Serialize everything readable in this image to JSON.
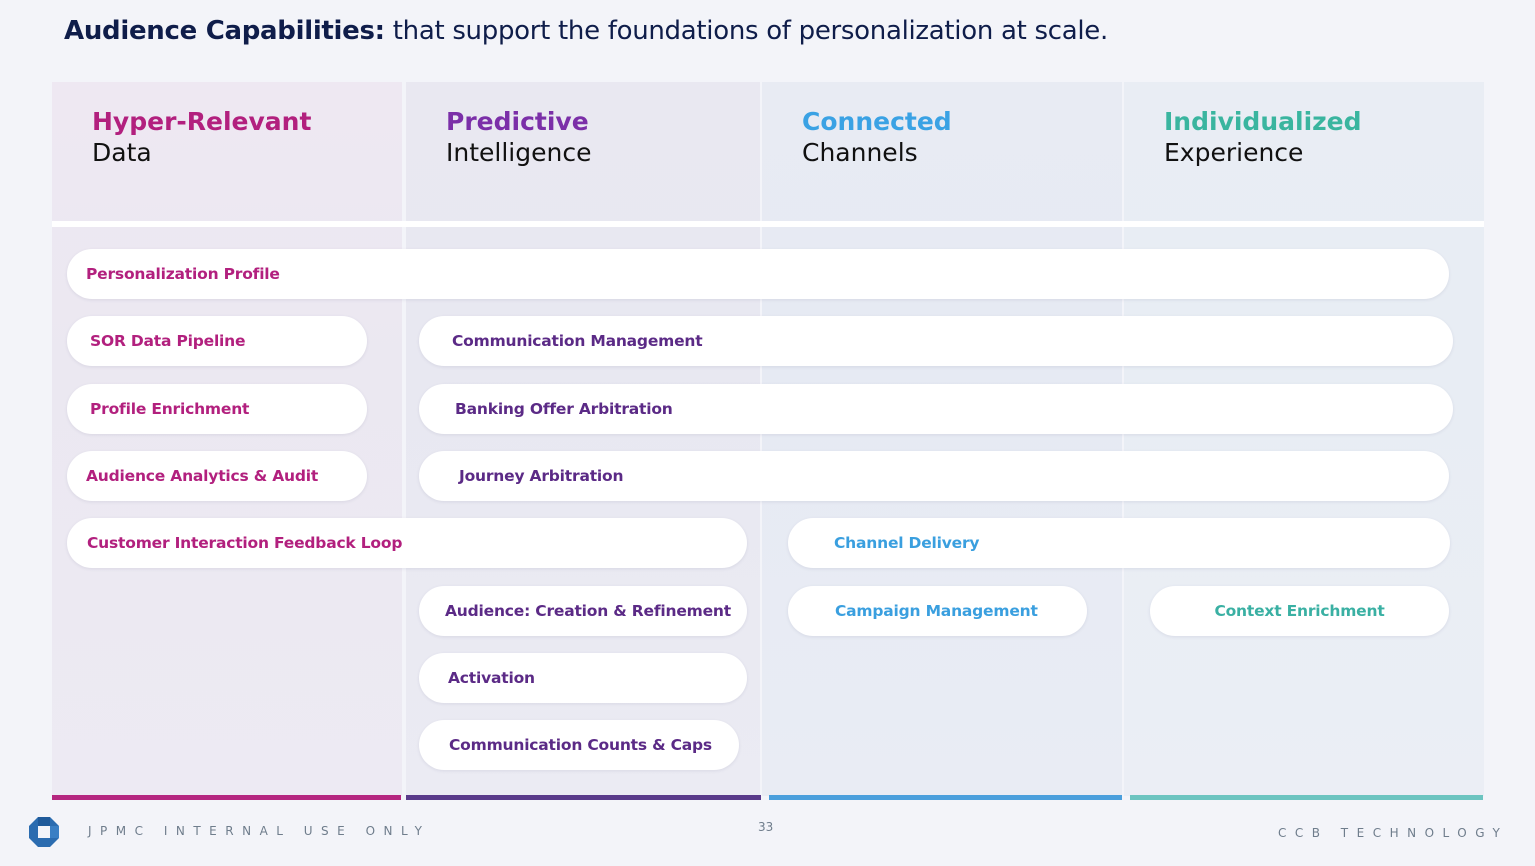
{
  "title": {
    "lead": "Audience Capabilities:",
    "rest": "that support the foundations of personalization at scale."
  },
  "columns": [
    {
      "accent": "Hyper-Relevant",
      "base": "Data",
      "color": "#b2207e"
    },
    {
      "accent": "Predictive",
      "base": "Intelligence",
      "color": "#7b2fa8"
    },
    {
      "accent": "Connected",
      "base": "Channels",
      "color": "#3aa2e4"
    },
    {
      "accent": "Individualized",
      "base": "Experience",
      "color": "#3ab59f"
    }
  ],
  "capabilities": {
    "personalization_profile": "Personalization Profile",
    "sor_data_pipeline": "SOR Data Pipeline",
    "profile_enrichment": "Profile Enrichment",
    "audience_analytics_audit": "Audience Analytics & Audit",
    "customer_interaction_feedback_loop": "Customer Interaction Feedback Loop",
    "communication_management": "Communication Management",
    "banking_offer_arbitration": "Banking Offer Arbitration",
    "journey_arbitration": "Journey Arbitration",
    "audience_creation_refinement": "Audience: Creation & Refinement",
    "activation": "Activation",
    "communication_counts_caps": "Communication Counts & Caps",
    "channel_delivery": "Channel Delivery",
    "campaign_management": "Campaign Management",
    "context_enrichment": "Context Enrichment"
  },
  "colors": {
    "magenta": "#b2207e",
    "purple": "#5b2a86",
    "blue": "#3a9fdf",
    "teal": "#3ab0a3",
    "bar_1": "#b5267f",
    "bar_2": "#5a3a8a",
    "bar_3": "#4a9fdc",
    "bar_4": "#6cc4c0"
  },
  "footer": {
    "left": "JPMC INTERNAL USE ONLY",
    "page": "33",
    "right": "CCB TECHNOLOGY",
    "logo_icon": "octagon-logo-icon"
  }
}
